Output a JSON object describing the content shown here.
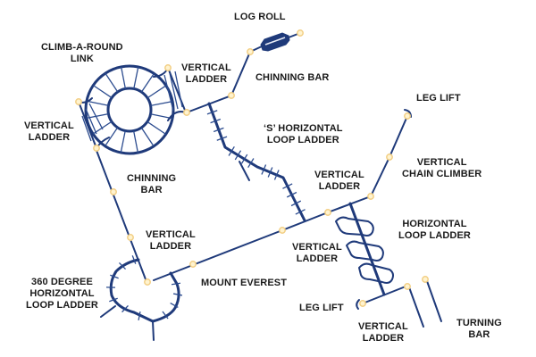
{
  "diagram": {
    "title": "Playground climbing structure component layout",
    "colors": {
      "structure": "#1f3a7a",
      "connector_node": "#f2cf85",
      "label_text": "#1a1a1a",
      "background": "#ffffff"
    },
    "labels": {
      "log_roll": [
        "LOG ROLL"
      ],
      "climb_a_round_link": [
        "CLIMB-A-ROUND",
        "LINK"
      ],
      "vertical_ladder_top": [
        "VERTICAL",
        "LADDER"
      ],
      "chinning_bar_top": [
        "CHINNING BAR"
      ],
      "vertical_ladder_left": [
        "VERTICAL",
        "LADDER"
      ],
      "s_horizontal_loop_ladder": [
        "‘S’ HORIZONTAL",
        "LOOP LADDER"
      ],
      "leg_lift_top": [
        "LEG LIFT"
      ],
      "vertical_chain_climber": [
        "VERTICAL",
        "CHAIN CLIMBER"
      ],
      "chinning_bar_left": [
        "CHINNING",
        "BAR"
      ],
      "vertical_ladder_center": [
        "VERTICAL",
        "LADDER"
      ],
      "vertical_ladder_mid": [
        "VERTICAL",
        "LADDER"
      ],
      "horizontal_loop_ladder": [
        "HORIZONTAL",
        "LOOP LADDER"
      ],
      "vertical_ladder_lower": [
        "VERTICAL",
        "LADDER"
      ],
      "degree_360_loop_ladder": [
        "360 DEGREE",
        "HORIZONTAL",
        "LOOP LADDER"
      ],
      "mount_everest": [
        "MOUNT EVEREST"
      ],
      "leg_lift_bottom": [
        "LEG LIFT"
      ],
      "vertical_ladder_bottom": [
        "VERTICAL",
        "LADDER"
      ],
      "turning_bar": [
        "TURNING",
        "BAR"
      ]
    }
  }
}
